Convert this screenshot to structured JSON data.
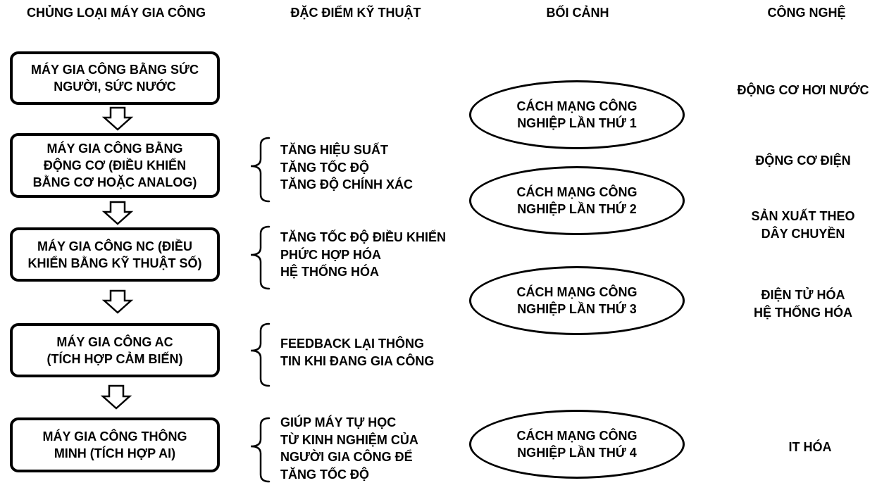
{
  "headers": {
    "machine_types": "CHỦNG LOẠI MÁY GIA CÔNG",
    "technical_features": "ĐẶC ĐIỂM KỸ THUẬT",
    "context": "BỐI CẢNH",
    "technology": "CÔNG NGHỆ"
  },
  "machines": [
    "MÁY GIA CÔNG BẰNG SỨC\nNGƯỜI, SỨC NƯỚC",
    "MÁY GIA CÔNG BẰNG\nĐỘNG CƠ (ĐIỀU KHIỂN\nBẰNG CƠ HOẶC ANALOG)",
    "MÁY GIA CÔNG NC (ĐIỀU\nKHIỂN BẰNG KỸ THUẬT SỐ)",
    "MÁY GIA CÔNG AC\n(TÍCH HỢP CẢM BIẾN)",
    "MÁY GIA CÔNG THÔNG\nMINH (TÍCH HỢP AI)"
  ],
  "features": [
    "TĂNG HIỆU SUẤT\nTĂNG TỐC ĐỘ\nTĂNG ĐỘ CHÍNH XÁC",
    "TĂNG TỐC ĐỘ ĐIỀU KHIỂN\nPHỨC HỢP HÓA\nHỆ THỐNG HÓA",
    "FEEDBACK LẠI THÔNG\nTIN KHI ĐANG GIA CÔNG",
    "GIÚP MÁY TỰ HỌC\nTỪ KINH NGHIỆM CỦA\nNGƯỜI GIA CÔNG ĐỂ\nTĂNG TỐC ĐỘ"
  ],
  "revolutions": [
    "CÁCH MẠNG CÔNG\nNGHIỆP LẦN THỨ 1",
    "CÁCH MẠNG CÔNG\nNGHIỆP LẦN THỨ 2",
    "CÁCH MẠNG CÔNG\nNGHIỆP LẦN THỨ 3",
    "CÁCH MẠNG CÔNG\nNGHIỆP LẦN THỨ 4"
  ],
  "technologies": [
    "ĐỘNG CƠ HƠI NƯỚC",
    "ĐỘNG CƠ ĐIỆN",
    "SẢN XUẤT THEO\nDÂY CHUYỀN",
    "ĐIỆN TỬ HÓA\nHỆ THỐNG HÓA",
    "IT HÓA"
  ]
}
